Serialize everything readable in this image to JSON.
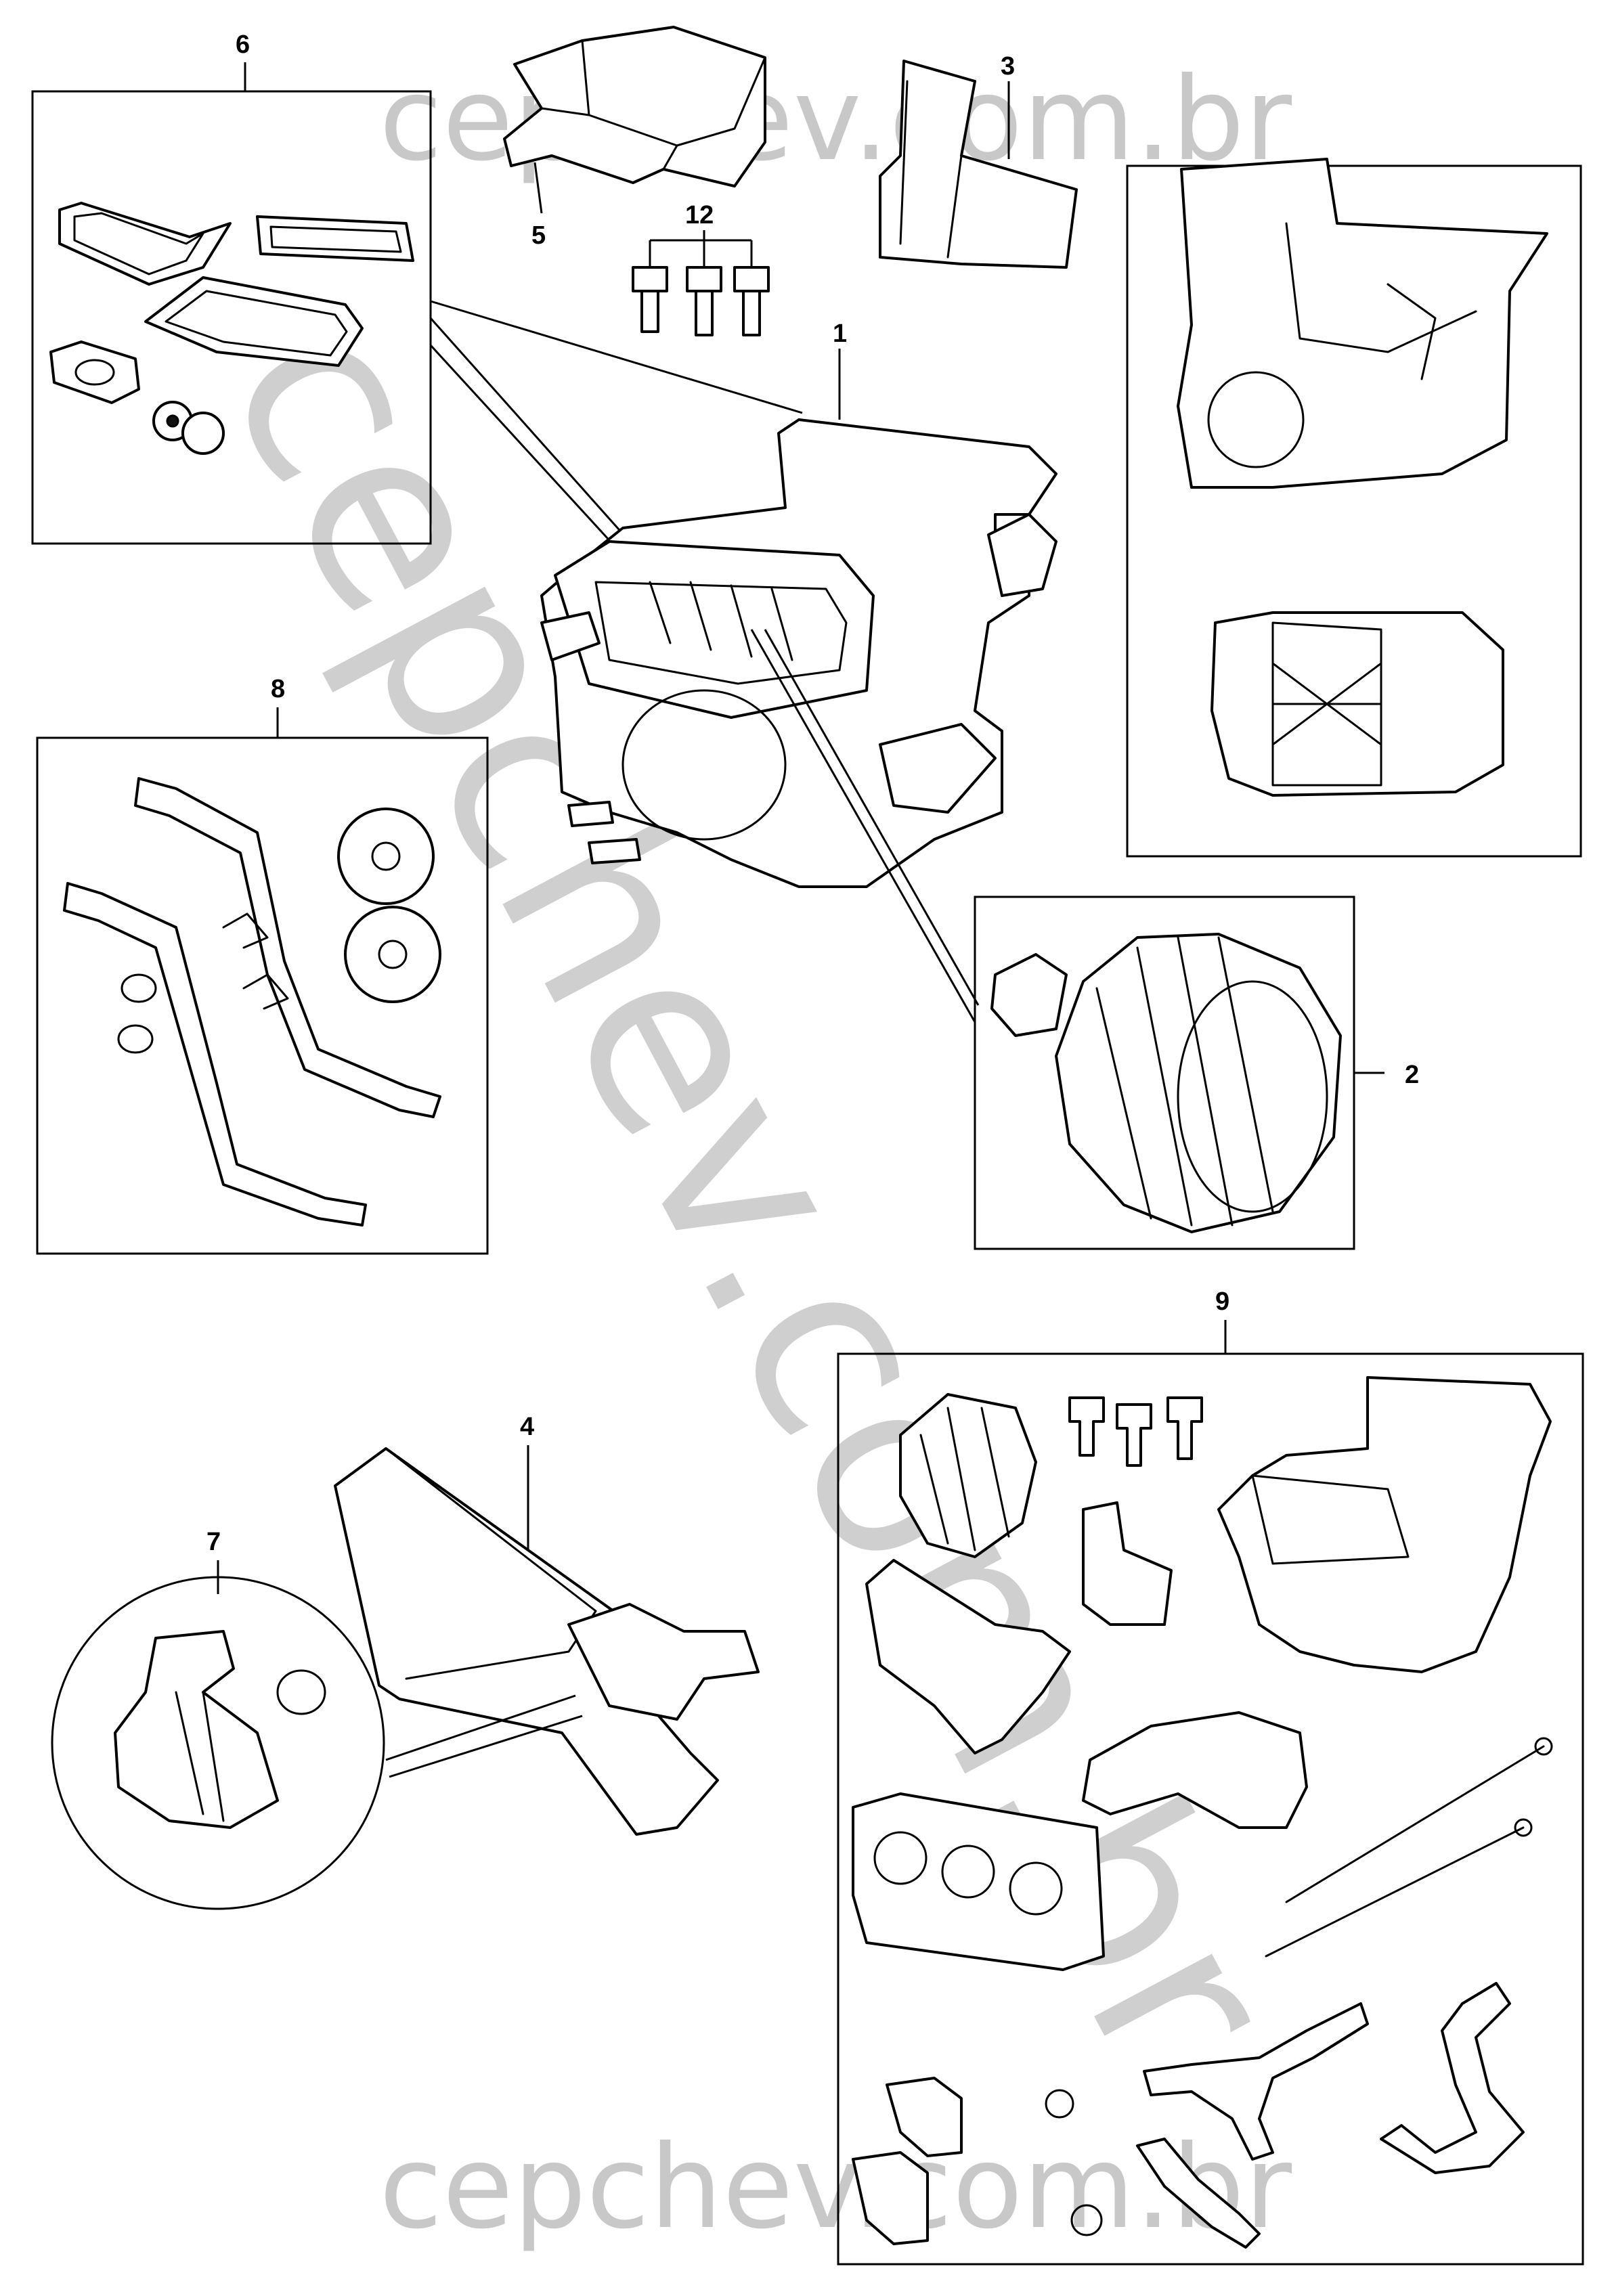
{
  "watermark": {
    "top": "cepchev.com.br",
    "bottom": "cepchev.com.br",
    "diagonal": "cepchev.com.br"
  },
  "callouts": {
    "c1": "1",
    "c2": "2",
    "c3": "3",
    "c4": "4",
    "c5": "5",
    "c6": "6",
    "c7": "7",
    "c8": "8",
    "c9": "9",
    "c12": "12"
  },
  "colors": {
    "line": "#000000",
    "background": "#ffffff",
    "watermark": "#c8c8c8"
  }
}
